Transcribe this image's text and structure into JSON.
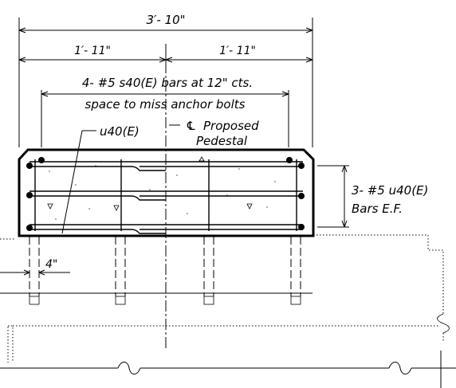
{
  "dimensions": {
    "overall": "3′- 10\"",
    "left_half": "1′- 11\"",
    "right_half": "1′- 11\"",
    "edge_offset": "4\""
  },
  "notes": {
    "top_bars_line1": "4- #5 s40(E) bars at 12\" cts.",
    "top_bars_line2": "space to miss anchor bolts",
    "u_bar_label": "u40(E)",
    "centerline_symbol": "℄",
    "centerline_label": "Proposed",
    "centerline_label2": "Pedestal",
    "side_bars_line1": "3- #5 u40(E)",
    "side_bars_line2": "Bars E.F."
  }
}
